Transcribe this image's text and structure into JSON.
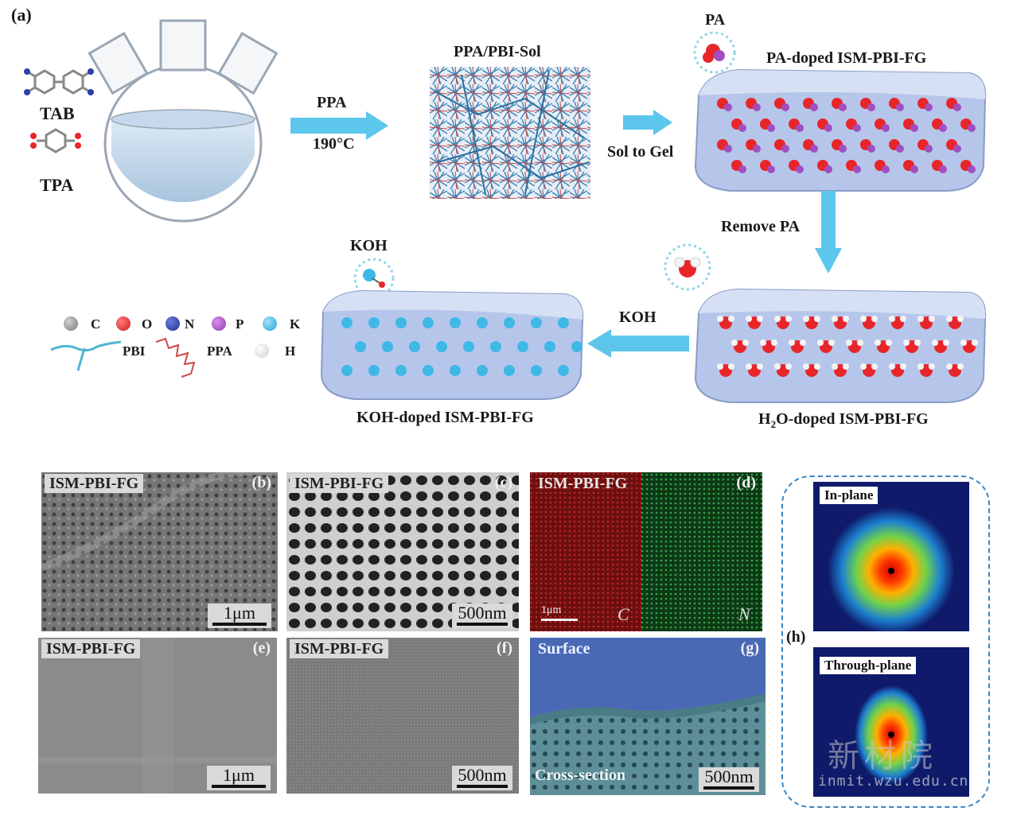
{
  "panel_a": {
    "tag": "(a)",
    "monomer_1": "TAB",
    "monomer_2": "TPA",
    "arrow1_top": "PPA",
    "arrow1_bottom": "190°C",
    "sol_title": "PPA/PBI-Sol",
    "arrow2": "Sol to Gel",
    "pa_bubble": "PA",
    "pa_title": "PA-doped ISM-PBI-FG",
    "arrow3": "Remove PA",
    "koh_bubble": "KOH",
    "arrow4": "KOH",
    "koh_title": "KOH-doped ISM-PBI-FG",
    "h2o_title_pre": "H",
    "h2o_title_sub": "2",
    "h2o_title_post": "O-doped ISM-PBI-FG"
  },
  "legend": {
    "C": "C",
    "O": "O",
    "N": "N",
    "P": "P",
    "K": "K",
    "PBI": "PBI",
    "PPA": "PPA",
    "H": "H"
  },
  "colors": {
    "C": "#8c8c8c",
    "O": "#e8262a",
    "N": "#2b3fa8",
    "P": "#a24ec0",
    "K": "#3fb8e6",
    "H": "#f4f4f4",
    "membrane": "#b6c6ea",
    "arrow": "#5cc6ec"
  },
  "sem": {
    "b": {
      "tag": "ISM-PBI-FG",
      "letter": "(b)",
      "scale": "1μm"
    },
    "c": {
      "tag": "ISM-PBI-FG",
      "letter": "(c)",
      "scale": "500nm"
    },
    "d": {
      "tag": "ISM-PBI-FG",
      "letter": "(d)",
      "scale": "1μm",
      "map_c": "C",
      "map_n": "N"
    },
    "e": {
      "tag": "ISM-PBI-FG",
      "letter": "(e)",
      "scale": "1μm"
    },
    "f": {
      "tag": "ISM-PBI-FG",
      "letter": "(f)",
      "scale": "500nm"
    },
    "g": {
      "tag": "Surface",
      "letter": "(g)",
      "scale": "500nm",
      "bottom": "Cross-section"
    }
  },
  "panel_h": {
    "letter": "(h)",
    "top": "In-plane",
    "bottom": "Through-plane"
  },
  "watermark": {
    "cn": "新材院",
    "url": "inmit.wzu.edu.cn"
  }
}
